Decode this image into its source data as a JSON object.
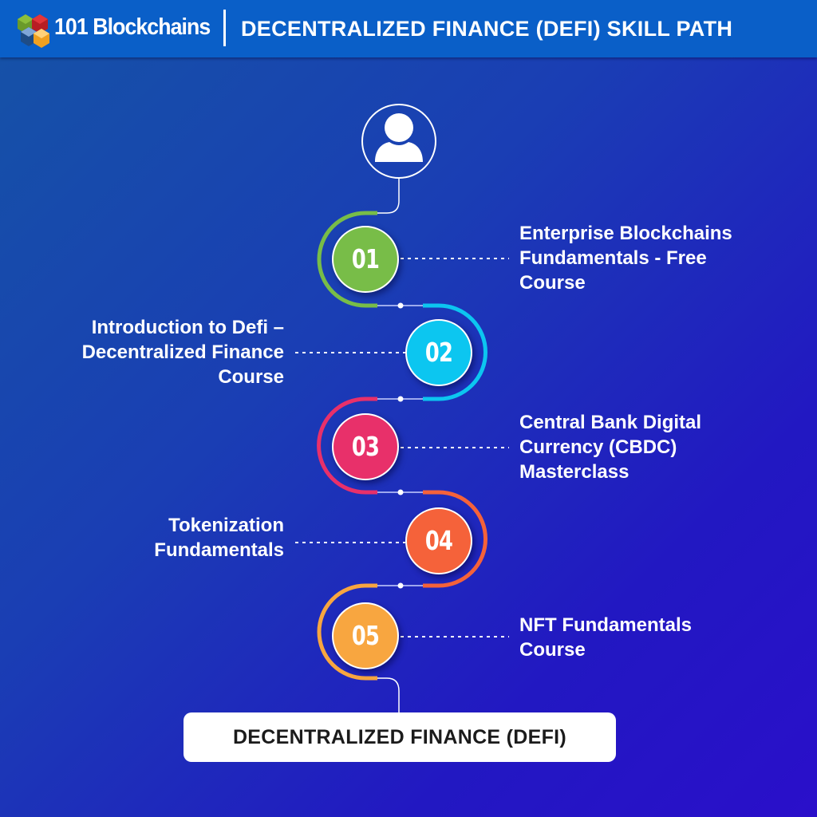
{
  "header": {
    "brand": "101 Blockchains",
    "title": "DECENTRALIZED FINANCE (DEFI) SKILL PATH",
    "logo_colors": [
      "#6a9a2a",
      "#d42a2a",
      "#2d5fa0",
      "#f5a623"
    ],
    "background_color": "#0a5fc8"
  },
  "start": {
    "icon": "user-icon"
  },
  "steps": [
    {
      "number": "01",
      "label_lines": [
        "Enterprise Blockchains",
        "Fundamentals - Free",
        "Course"
      ],
      "side": "right",
      "color": "#78bd48"
    },
    {
      "number": "02",
      "label_lines": [
        "Introduction to Defi –",
        "Decentralized Finance",
        "Course"
      ],
      "side": "left",
      "color": "#0cc6f0"
    },
    {
      "number": "03",
      "label_lines": [
        "Central Bank Digital",
        "Currency (CBDC)",
        "Masterclass"
      ],
      "side": "right",
      "color": "#e8306a"
    },
    {
      "number": "04",
      "label_lines": [
        "Tokenization",
        "Fundamentals"
      ],
      "side": "left",
      "color": "#f5623a"
    },
    {
      "number": "05",
      "label_lines": [
        "NFT Fundamentals",
        "Course"
      ],
      "side": "right",
      "color": "#f8a640"
    }
  ],
  "goal": {
    "label": "DECENTRALIZED FINANCE (DEFI)"
  },
  "colors": {
    "bg_top_left": "#1553a6",
    "bg_bottom_right": "#2a0fca",
    "connector": "#ffffff"
  }
}
